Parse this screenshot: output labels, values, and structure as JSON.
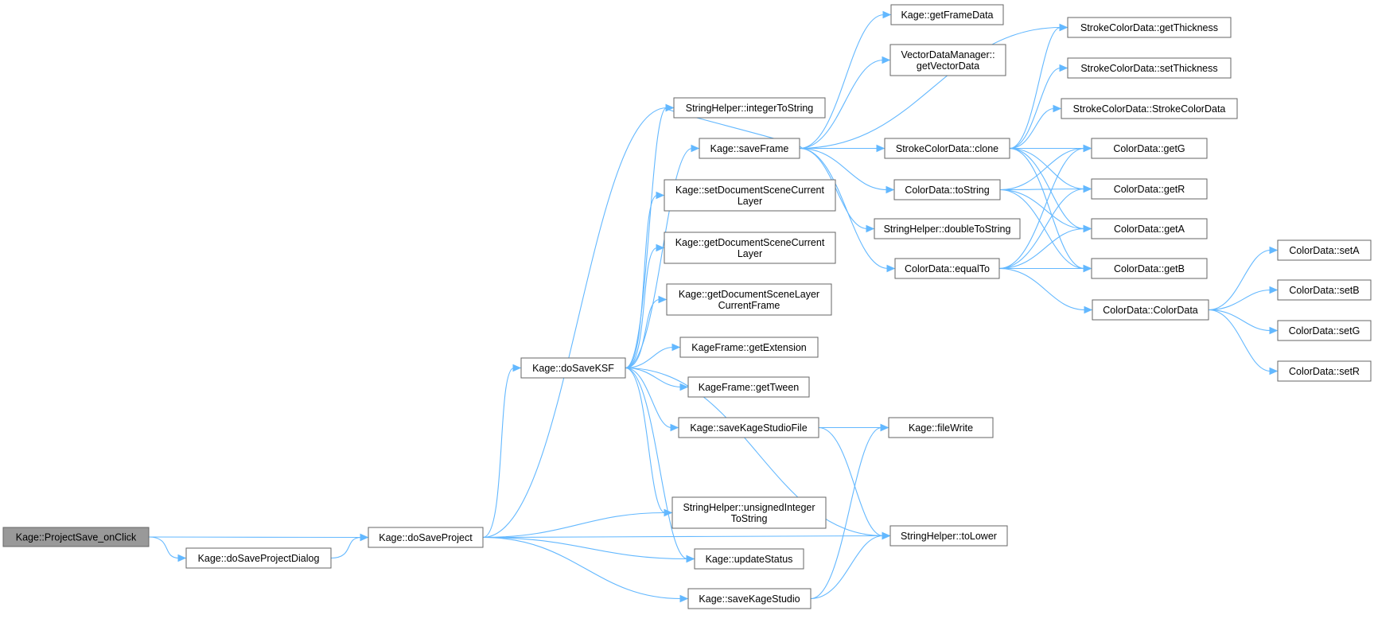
{
  "graph": {
    "colors": {
      "edge": "#63b8ff",
      "node_border": "#666666",
      "root_fill": "#999999",
      "node_fill": "#ffffff"
    },
    "nodes": [
      {
        "id": "projectsave",
        "lines": [
          "Kage::ProjectSave_onClick"
        ],
        "root": true
      },
      {
        "id": "dosavedialog",
        "lines": [
          "Kage::doSaveProjectDialog"
        ]
      },
      {
        "id": "dosaveproject",
        "lines": [
          "Kage::doSaveProject"
        ]
      },
      {
        "id": "dosaveksf",
        "lines": [
          "Kage::doSaveKSF"
        ]
      },
      {
        "id": "inttostring",
        "lines": [
          "StringHelper::integerToString"
        ]
      },
      {
        "id": "saveframe",
        "lines": [
          "Kage::saveFrame"
        ]
      },
      {
        "id": "setdoclayer",
        "lines": [
          "Kage::setDocumentSceneCurrent",
          "Layer"
        ]
      },
      {
        "id": "getdoclayer",
        "lines": [
          "Kage::getDocumentSceneCurrent",
          "Layer"
        ]
      },
      {
        "id": "getdocframe",
        "lines": [
          "Kage::getDocumentSceneLayer",
          "CurrentFrame"
        ]
      },
      {
        "id": "getextension",
        "lines": [
          "KageFrame::getExtension"
        ]
      },
      {
        "id": "gettween",
        "lines": [
          "KageFrame::getTween"
        ]
      },
      {
        "id": "savekagefile",
        "lines": [
          "Kage::saveKageStudioFile"
        ]
      },
      {
        "id": "uinttostring",
        "lines": [
          "StringHelper::unsignedInteger",
          "ToString"
        ]
      },
      {
        "id": "updatestatus",
        "lines": [
          "Kage::updateStatus"
        ]
      },
      {
        "id": "savekage",
        "lines": [
          "Kage::saveKageStudio"
        ]
      },
      {
        "id": "getframedata",
        "lines": [
          "Kage::getFrameData"
        ]
      },
      {
        "id": "getvectordata",
        "lines": [
          "VectorDataManager::",
          "getVectorData"
        ]
      },
      {
        "id": "strokeclone",
        "lines": [
          "StrokeColorData::clone"
        ]
      },
      {
        "id": "cdtostring",
        "lines": [
          "ColorData::toString"
        ]
      },
      {
        "id": "dbltostring",
        "lines": [
          "StringHelper::doubleToString"
        ]
      },
      {
        "id": "equalto",
        "lines": [
          "ColorData::equalTo"
        ]
      },
      {
        "id": "filewrite",
        "lines": [
          "Kage::fileWrite"
        ]
      },
      {
        "id": "tolower",
        "lines": [
          "StringHelper::toLower"
        ]
      },
      {
        "id": "getthickness",
        "lines": [
          "StrokeColorData::getThickness"
        ]
      },
      {
        "id": "setthickness",
        "lines": [
          "StrokeColorData::setThickness"
        ]
      },
      {
        "id": "strokector",
        "lines": [
          "StrokeColorData::StrokeColorData"
        ]
      },
      {
        "id": "getg",
        "lines": [
          "ColorData::getG"
        ]
      },
      {
        "id": "getr",
        "lines": [
          "ColorData::getR"
        ]
      },
      {
        "id": "geta",
        "lines": [
          "ColorData::getA"
        ]
      },
      {
        "id": "getb",
        "lines": [
          "ColorData::getB"
        ]
      },
      {
        "id": "colordata",
        "lines": [
          "ColorData::ColorData"
        ]
      },
      {
        "id": "seta",
        "lines": [
          "ColorData::setA"
        ]
      },
      {
        "id": "setb",
        "lines": [
          "ColorData::setB"
        ]
      },
      {
        "id": "setg",
        "lines": [
          "ColorData::setG"
        ]
      },
      {
        "id": "setr",
        "lines": [
          "ColorData::setR"
        ]
      }
    ],
    "edges": [
      [
        "projectsave",
        "dosaveproject"
      ],
      [
        "projectsave",
        "dosavedialog"
      ],
      [
        "dosavedialog",
        "dosaveproject"
      ],
      [
        "dosaveproject",
        "dosaveksf"
      ],
      [
        "dosaveproject",
        "inttostring"
      ],
      [
        "dosaveproject",
        "uinttostring"
      ],
      [
        "dosaveproject",
        "updatestatus"
      ],
      [
        "dosaveproject",
        "savekage"
      ],
      [
        "dosaveproject",
        "tolower"
      ],
      [
        "dosaveksf",
        "inttostring"
      ],
      [
        "dosaveksf",
        "saveframe"
      ],
      [
        "dosaveksf",
        "setdoclayer"
      ],
      [
        "dosaveksf",
        "getdoclayer"
      ],
      [
        "dosaveksf",
        "getdocframe"
      ],
      [
        "dosaveksf",
        "getextension"
      ],
      [
        "dosaveksf",
        "gettween"
      ],
      [
        "dosaveksf",
        "savekagefile"
      ],
      [
        "dosaveksf",
        "uinttostring"
      ],
      [
        "dosaveksf",
        "updatestatus"
      ],
      [
        "dosaveksf",
        "tolower"
      ],
      [
        "saveframe",
        "getframedata"
      ],
      [
        "saveframe",
        "getvectordata"
      ],
      [
        "saveframe",
        "inttostring"
      ],
      [
        "saveframe",
        "getthickness"
      ],
      [
        "saveframe",
        "strokeclone"
      ],
      [
        "saveframe",
        "cdtostring"
      ],
      [
        "saveframe",
        "dbltostring"
      ],
      [
        "saveframe",
        "equalto"
      ],
      [
        "strokeclone",
        "getthickness"
      ],
      [
        "strokeclone",
        "setthickness"
      ],
      [
        "strokeclone",
        "strokector"
      ],
      [
        "strokeclone",
        "getg"
      ],
      [
        "strokeclone",
        "getr"
      ],
      [
        "strokeclone",
        "geta"
      ],
      [
        "strokeclone",
        "getb"
      ],
      [
        "cdtostring",
        "getg"
      ],
      [
        "cdtostring",
        "getr"
      ],
      [
        "cdtostring",
        "geta"
      ],
      [
        "cdtostring",
        "getb"
      ],
      [
        "equalto",
        "getg"
      ],
      [
        "equalto",
        "getr"
      ],
      [
        "equalto",
        "geta"
      ],
      [
        "equalto",
        "getb"
      ],
      [
        "equalto",
        "colordata"
      ],
      [
        "colordata",
        "seta"
      ],
      [
        "colordata",
        "setb"
      ],
      [
        "colordata",
        "setg"
      ],
      [
        "colordata",
        "setr"
      ],
      [
        "savekagefile",
        "filewrite"
      ],
      [
        "savekagefile",
        "tolower"
      ],
      [
        "savekage",
        "filewrite"
      ],
      [
        "savekage",
        "tolower"
      ]
    ]
  }
}
